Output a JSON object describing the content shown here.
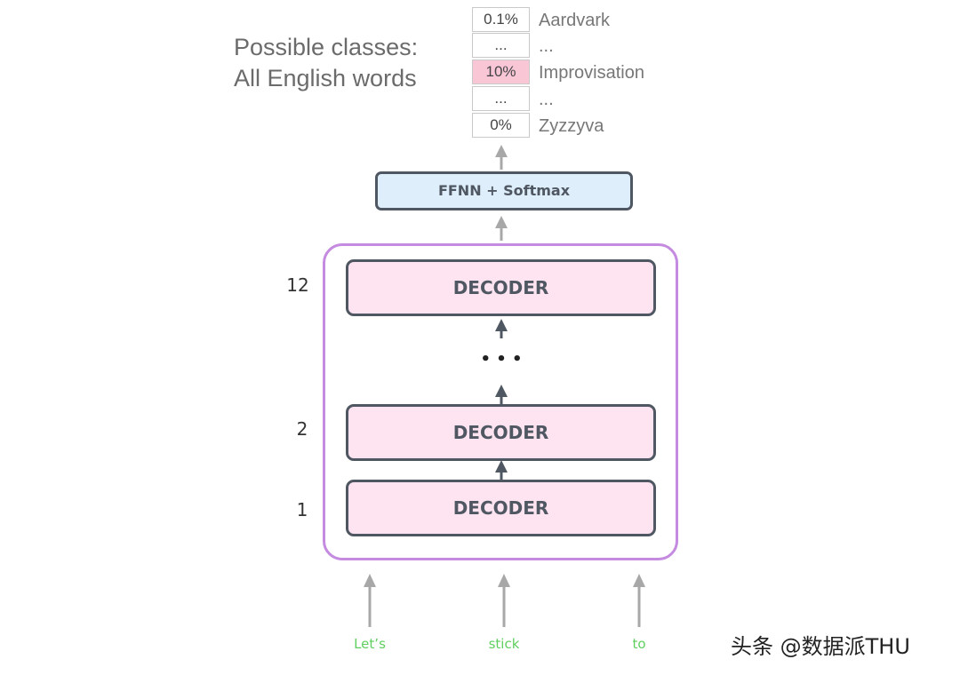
{
  "classes_caption": {
    "line1": "Possible classes:",
    "line2": "All English words"
  },
  "probability_table": [
    {
      "prob": "0.1%",
      "word": "Aardvark",
      "highlight": false
    },
    {
      "prob": "...",
      "word": "...",
      "highlight": false
    },
    {
      "prob": "10%",
      "word": "Improvisation",
      "highlight": true
    },
    {
      "prob": "...",
      "word": "...",
      "highlight": false
    },
    {
      "prob": "0%",
      "word": "Zyzzyva",
      "highlight": false
    }
  ],
  "ffnn_label": "FFNN + Softmax",
  "decoders": [
    {
      "layer": "12",
      "label": "DECODER"
    },
    {
      "layer": "2",
      "label": "DECODER"
    },
    {
      "layer": "1",
      "label": "DECODER"
    }
  ],
  "ellipsis": "• • •",
  "tokens": [
    "Let’s",
    "stick",
    "to"
  ],
  "watermark": "头条 @数据派THU",
  "colors": {
    "decoder_fill": "#fde4f0",
    "ffnn_fill": "#dfeefb",
    "stack_border": "#c48be0",
    "highlight": "#f9c6d6",
    "token_text": "#5fcf5f"
  }
}
